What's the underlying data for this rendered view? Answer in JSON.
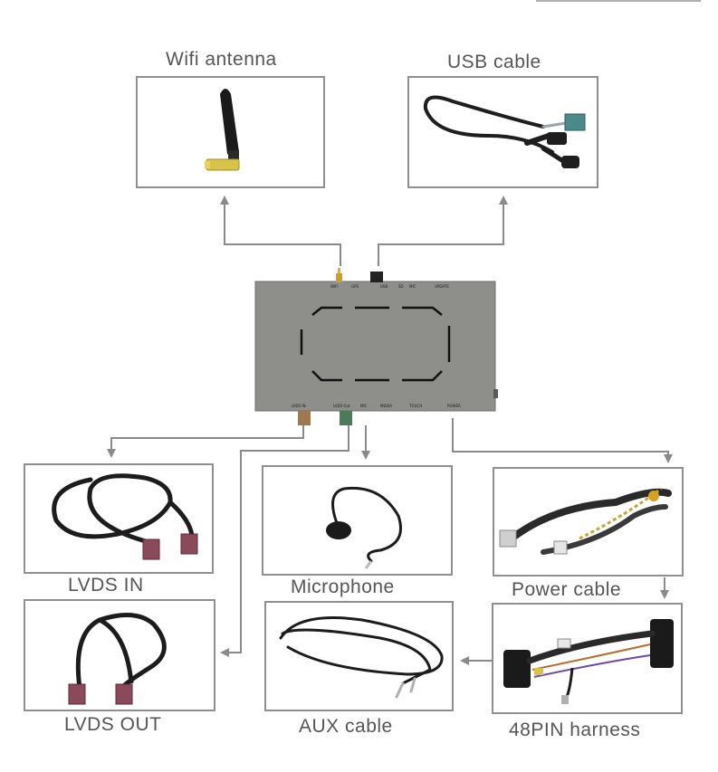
{
  "components": {
    "wifi_antenna": "Wifi antenna",
    "usb_cable": "USB cable",
    "lvds_in": "LVDS IN",
    "lvds_out": "LVDS OUT",
    "microphone": "Microphone",
    "aux_cable": "AUX cable",
    "power_cable": "Power cable",
    "harness_48pin": "48PIN harness"
  },
  "colors": {
    "arrow": "#8a8a8a",
    "panel_border": "#8f8f8f",
    "module_body": "#8e8f8b",
    "caption": "#555555"
  },
  "icons": [
    "wifi-antenna-icon",
    "usb-cable-icon",
    "lvds-cable-icon",
    "microphone-icon",
    "aux-cable-icon",
    "power-cable-icon",
    "harness-icon",
    "interface-module-icon"
  ]
}
